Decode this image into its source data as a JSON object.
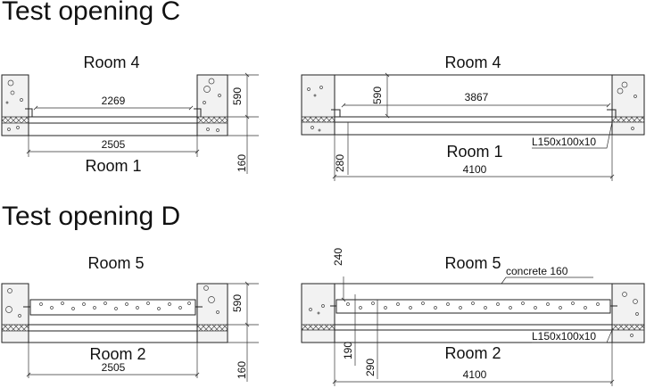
{
  "sections": {
    "c": {
      "title": "Test opening C",
      "left": {
        "room_top": "Room 4",
        "room_bottom": "Room 1",
        "dim_inner": "2269",
        "dim_outer": "2505",
        "dim_height": "590",
        "dim_slab": "160"
      },
      "right": {
        "room_top": "Room 4",
        "room_bottom": "Room 1",
        "dim_inner": "3867",
        "dim_outer": "4100",
        "dim_height": "590",
        "dim_edge": "280",
        "angle_label": "L150x100x10"
      }
    },
    "d": {
      "title": "Test opening D",
      "left": {
        "room_top": "Room 5",
        "room_bottom": "Room 2",
        "dim_outer": "2505",
        "dim_height": "590",
        "dim_slab": "160"
      },
      "right": {
        "room_top": "Room 5",
        "room_bottom": "Room 2",
        "dim_outer": "4100",
        "dim_top": "240",
        "dim_190": "190",
        "dim_290": "290",
        "concrete_label": "concrete 160",
        "angle_label": "L150x100x10"
      }
    }
  }
}
